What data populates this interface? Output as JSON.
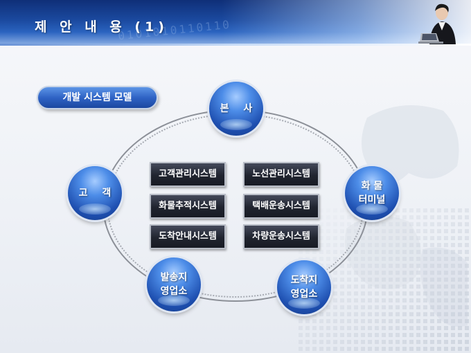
{
  "header": {
    "title": "제 안 내 용 (1)",
    "binary_pattern": "0101010110110"
  },
  "badge": {
    "label": "개발 시스템 모델"
  },
  "nodes": {
    "head_office": {
      "label": "본 사"
    },
    "customer": {
      "label": "고 객"
    },
    "cargo_terminal": {
      "line1": "화 물",
      "line2": "터미널"
    },
    "origin_office": {
      "line1": "발송지",
      "line2": "영업소"
    },
    "destination_office": {
      "line1": "도착지",
      "line2": "영업소"
    }
  },
  "systems": [
    "고객관리시스템",
    "노선관리시스템",
    "화물추적시스템",
    "택배운송시스템",
    "도착안내시스템",
    "차량운송시스템"
  ],
  "colors": {
    "header_blue": "#1b4aa0",
    "node_blue": "#1e4fb0",
    "system_box": "#20242f",
    "ring": "#8c9098"
  }
}
